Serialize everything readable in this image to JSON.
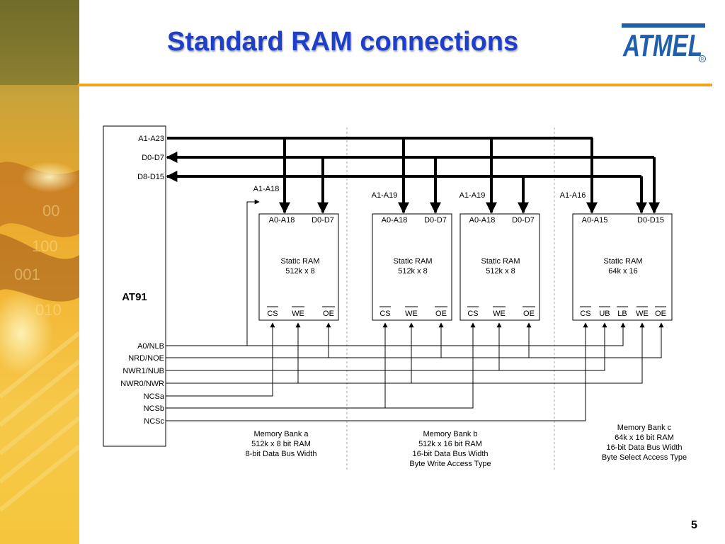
{
  "slide": {
    "title": "Standard RAM connections",
    "page_number": "5",
    "accent_color": "#f5a21b",
    "title_color": "#1d3fc9",
    "logo_text": "ATMEL",
    "logo_mark": "R"
  },
  "cpu": {
    "name": "AT91",
    "top_signals": [
      "A1-A23",
      "D0-D7",
      "D8-D15"
    ],
    "control_signals": [
      "A0/NLB",
      "NRD/NOE",
      "NWR1/NUB",
      "NWR0/NWR",
      "NCSa",
      "NCSb",
      "NCSc"
    ]
  },
  "bus_labels": [
    "A1-A18",
    "A1-A19",
    "A1-A19",
    "A1-A16"
  ],
  "chips": [
    {
      "addr": "A0-A18",
      "data": "D0-D7",
      "name": "Static RAM",
      "size": "512k x 8",
      "pins": [
        "CS",
        "WE",
        "OE"
      ]
    },
    {
      "addr": "A0-A18",
      "data": "D0-D7",
      "name": "Static RAM",
      "size": "512k x 8",
      "pins": [
        "CS",
        "WE",
        "OE"
      ]
    },
    {
      "addr": "A0-A18",
      "data": "D0-D7",
      "name": "Static RAM",
      "size": "512k x 8",
      "pins": [
        "CS",
        "WE",
        "OE"
      ]
    },
    {
      "addr": "A0-A15",
      "data": "D0-D15",
      "name": "Static RAM",
      "size": "64k x 16",
      "pins": [
        "CS",
        "UB",
        "LB",
        "WE",
        "OE"
      ]
    }
  ],
  "banks": [
    {
      "lines": [
        "Memory Bank a",
        "512k x 8 bit RAM",
        "8-bit Data Bus Width"
      ]
    },
    {
      "lines": [
        "Memory Bank b",
        "512k x 16 bit RAM",
        "16-bit Data Bus Width",
        "Byte Write Access Type"
      ]
    },
    {
      "lines": [
        "Memory Bank c",
        "64k x 16 bit RAM",
        "16-bit Data Bus Width",
        "Byte Select Access Type"
      ]
    }
  ]
}
